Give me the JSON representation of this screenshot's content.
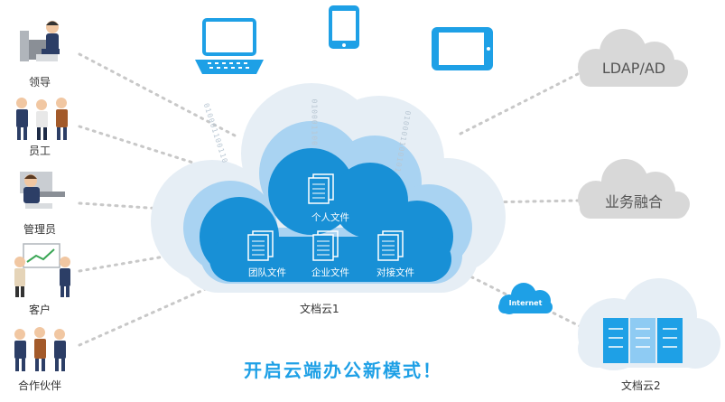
{
  "roles": [
    {
      "label": "领导",
      "icon": "leader-icon"
    },
    {
      "label": "员工",
      "icon": "employees-icon"
    },
    {
      "label": "管理员",
      "icon": "admin-icon"
    },
    {
      "label": "客户",
      "icon": "customer-icon"
    },
    {
      "label": "合作伙伴",
      "icon": "partners-icon"
    }
  ],
  "devices": [
    {
      "icon": "laptop-icon",
      "bits": "010001100110"
    },
    {
      "icon": "phone-icon",
      "bits": "010001100"
    },
    {
      "icon": "tablet-icon",
      "bits": "010001100101"
    }
  ],
  "main_cloud": {
    "label": "文档云1",
    "docs": [
      {
        "label": "个人文件",
        "icon": "document-icon"
      },
      {
        "label": "团队文件",
        "icon": "document-icon"
      },
      {
        "label": "企业文件",
        "icon": "document-icon"
      },
      {
        "label": "对接文件",
        "icon": "document-icon"
      }
    ]
  },
  "side_clouds": [
    {
      "label": "LDAP/AD"
    },
    {
      "label": "业务融合"
    }
  ],
  "internet": {
    "label": "Internet"
  },
  "server_cloud": {
    "label": "文档云2"
  },
  "slogan": "开启云端办公新模式！",
  "colors": {
    "primary": "#1ea0e6",
    "cloud_inner": "#1890d6",
    "cloud_mid": "#a9d3f2",
    "cloud_outer": "#e6eef5",
    "side_cloud": "#d8d8d8",
    "dots": "#c8c8c8"
  }
}
